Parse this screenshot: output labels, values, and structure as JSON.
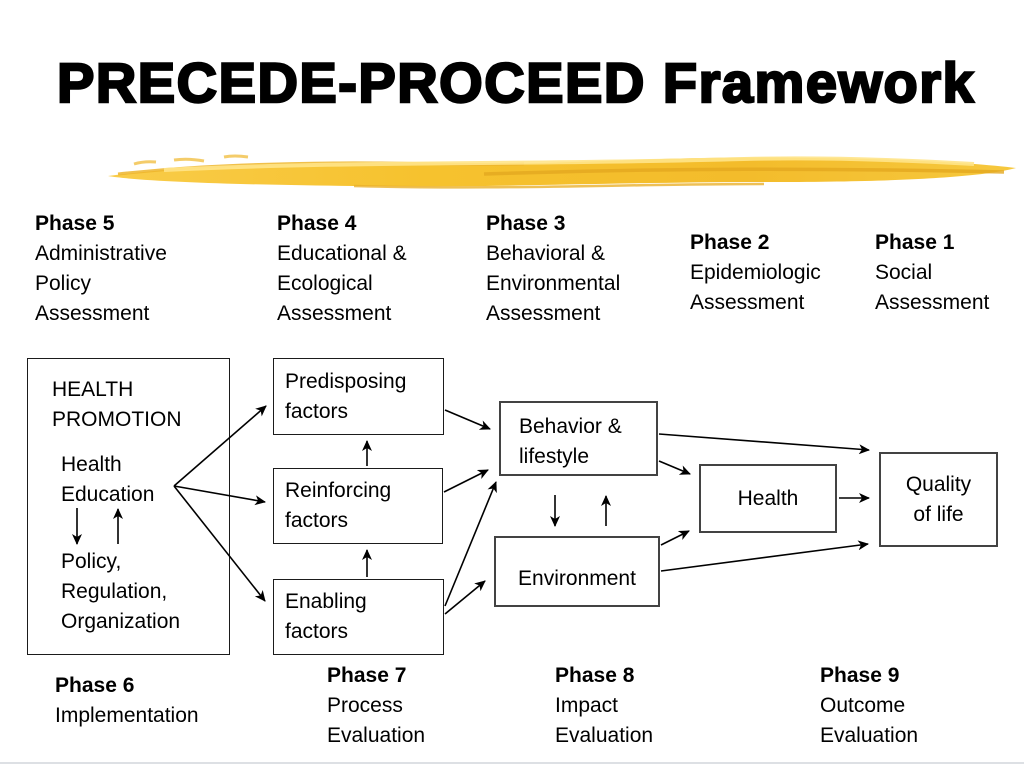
{
  "title": "PRECEDE-PROCEED Framework",
  "top_phases": [
    {
      "name": "Phase 5",
      "desc": "Administrative\nPolicy\nAssessment"
    },
    {
      "name": "Phase 4",
      "desc": "Educational &\nEcological\nAssessment"
    },
    {
      "name": "Phase 3",
      "desc": "Behavioral &\nEnvironmental\nAssessment"
    },
    {
      "name": "Phase 2",
      "desc": "Epidemiologic\nAssessment"
    },
    {
      "name": "Phase 1",
      "desc": "Social\nAssessment"
    }
  ],
  "bottom_phases": [
    {
      "name": "Phase 6",
      "desc": "Implementation"
    },
    {
      "name": "Phase 7",
      "desc": "Process\nEvaluation"
    },
    {
      "name": "Phase 8",
      "desc": "Impact\nEvaluation"
    },
    {
      "name": "Phase 9",
      "desc": "Outcome\nEvaluation"
    }
  ],
  "diagram": {
    "health_promotion": {
      "heading": "HEALTH\nPROMOTION",
      "item1": "Health\nEducation",
      "item2": "Policy,\nRegulation,\nOrganization"
    },
    "predisposing": "Predisposing\nfactors",
    "reinforcing": "Reinforcing\nfactors",
    "enabling": "Enabling\nfactors",
    "behavior": "Behavior &\nlifestyle",
    "environment": "Environment",
    "health": "Health",
    "quality_of_life": "Quality\nof life"
  },
  "colors": {
    "brush_main": "#F6C22E",
    "brush_light": "#FFE48A",
    "brush_dark": "#E3A81F",
    "text": "#000000",
    "bottom_rule": "#dde0e4"
  }
}
